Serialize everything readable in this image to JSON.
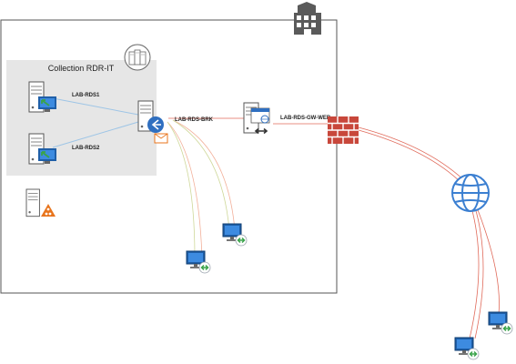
{
  "collection": {
    "title": "Collection RDR-IT"
  },
  "servers": {
    "rds1": "LAB-RDS1",
    "rds2": "LAB-RDS2",
    "broker": "LAB-RDS-BRK",
    "gateway": "LAB-RDS-GW-WEB"
  },
  "colors": {
    "frame": "#555555",
    "collection_bg": "#e6e6e6",
    "lan_link": "#9ec5e6",
    "broker_link_a": "#f2b09a",
    "broker_link_b": "#cfd89a",
    "internet_link": "#e06a5a",
    "firewall": "#c8473b",
    "globe": "#3b7fd1",
    "accent_blue": "#2f6fc0",
    "license_orange": "#e8741c"
  },
  "icons": [
    "building-icon",
    "server-group-icon",
    "remote-desktop-server-icon",
    "broker-icon",
    "license-server-icon",
    "gateway-web-icon",
    "firewall-icon",
    "globe-icon",
    "remote-client-icon"
  ]
}
